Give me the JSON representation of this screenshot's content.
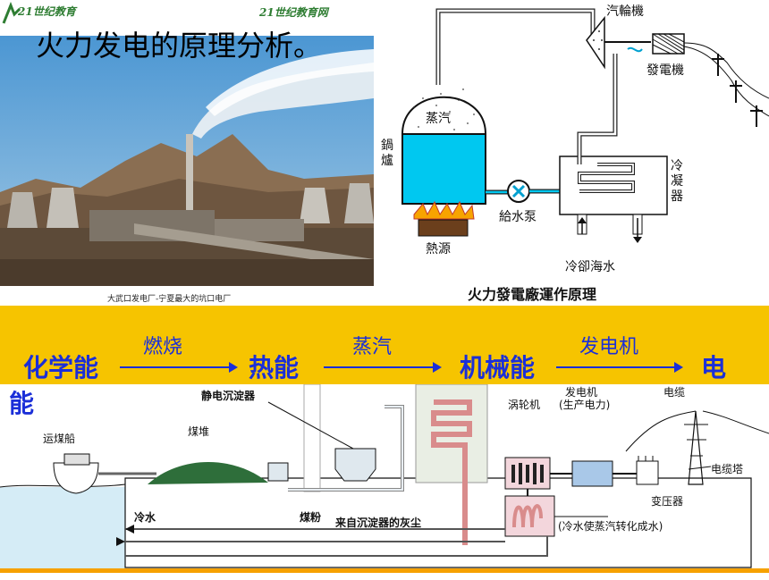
{
  "header": {
    "logo_text": "21世纪教育",
    "logo_right": "21世纪教育网",
    "title": "火力发电的原理分析。"
  },
  "photo": {
    "caption": "大武口发电厂-宁夏最大的坑口电厂"
  },
  "top_diagram": {
    "labels": {
      "turbine": "汽輪機",
      "generator": "發電機",
      "steam": "蒸汽",
      "boiler": "鍋爐",
      "pump": "給水泵",
      "heat_source": "熱源",
      "condenser": "冷凝器",
      "cooling_water": "冷卻海水"
    },
    "caption": "火力發電廠運作原理"
  },
  "energy_chain": {
    "steps": [
      "化学能",
      "热能",
      "机械能",
      "电"
    ],
    "tail": "能",
    "processes": [
      "燃烧",
      "蒸汽",
      "发电机"
    ]
  },
  "bottom_diagram": {
    "labels": {
      "precipitator": "静电沉淀器",
      "coal_pile": "煤堆",
      "coal_ship": "运煤船",
      "cold_water": "冷水",
      "coal_powder": "煤粉",
      "ash": "来自沉淀器的灰尘",
      "turbine": "涡轮机",
      "generator": "发电机",
      "generator_note": "(生产电力)",
      "cable": "电缆",
      "cable_tower": "电缆塔",
      "transformer": "变压器",
      "condense_note": "(冷水使蒸汽转化成水)"
    }
  },
  "colors": {
    "band": "#f6c400",
    "energy_text": "#1b2fd8",
    "water": "#00c8f0",
    "footer": "#f6a100"
  }
}
